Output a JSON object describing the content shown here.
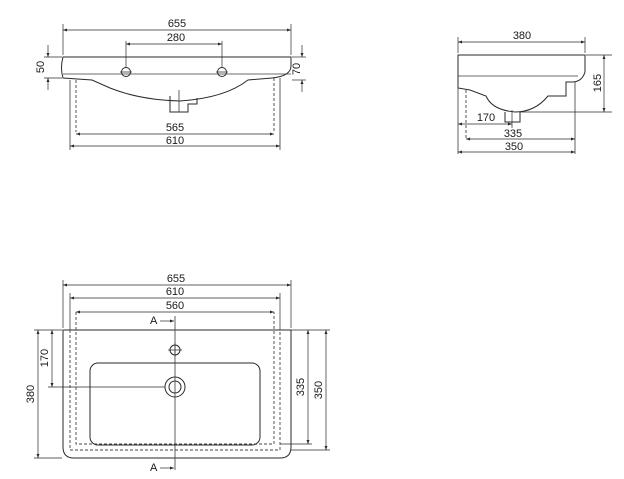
{
  "front_view": {
    "dim_overall_width": "655",
    "dim_tap_holes": "280",
    "dim_rim_height": "50",
    "dim_right_height": "70",
    "dim_inner_width": "565",
    "dim_cabinet_width": "610"
  },
  "side_view": {
    "dim_depth": "380",
    "dim_height": "165",
    "dim_drain_offset": "170",
    "dim_inner_depth": "335",
    "dim_cabinet_depth": "350"
  },
  "top_view": {
    "dim_overall_width": "655",
    "dim_cabinet_width": "610",
    "dim_bowl_width": "560",
    "dim_overall_depth": "380",
    "dim_tap_offset": "170",
    "dim_inner_depth": "335",
    "dim_cabinet_depth": "350",
    "section_label_top": "A",
    "section_label_bottom": "A"
  }
}
